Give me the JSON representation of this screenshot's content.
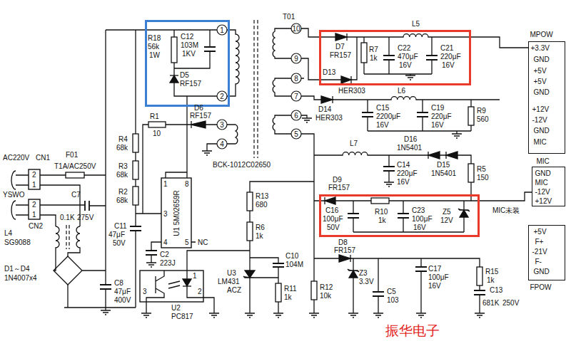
{
  "diagram": {
    "nodes": [
      {
        "text": [
          "R18",
          "56k",
          "1W",
          "C12",
          "103M",
          "1KV",
          "D5",
          "RF157"
        ]
      },
      {
        "text": [
          "D7",
          "FR157",
          "R7",
          "1k",
          "C22",
          "470μF",
          "16V",
          "C21",
          "220μF",
          "16V",
          "D13"
        ]
      },
      {
        "text": [
          "MPOW",
          "+3.3V",
          "GND",
          "+5V",
          "+5V",
          "GND",
          "+12V",
          "-12V",
          "GND",
          "MIC"
        ]
      },
      {
        "text": [
          "MIC",
          "GND",
          "MIC",
          "-12V",
          "+12V"
        ]
      },
      {
        "text": [
          "C16",
          "100μF",
          "50V",
          "R10",
          "1k",
          "C23",
          "100μF",
          "16V",
          "Z5",
          "12V"
        ]
      },
      {
        "text": [
          "+5V",
          "F+",
          "-21V",
          "F-",
          "GND",
          "FPOW"
        ]
      }
    ],
    "edges": [
      {
        "from": 1,
        "to": 2,
        "arrow": "none"
      },
      {
        "from": 4,
        "to": 3,
        "arrow": "none"
      }
    ],
    "labels": [
      "T01",
      "1",
      "2",
      "3",
      "4",
      "10",
      "9",
      "8",
      "7",
      "6",
      "5",
      "BCK-1012C02650",
      "D6",
      "RF157",
      "R1",
      "10",
      "R4",
      "68k",
      "R3",
      "68k",
      "R2",
      "68k",
      "AC220V",
      "CN1",
      "2",
      "1",
      "F01",
      "T1A/AC250V",
      "YSWO",
      "2",
      "1",
      "CN2",
      "C7",
      "0.1K",
      "275V",
      "L4",
      "SG9088",
      "D1～D4",
      "1N4007x4",
      "C8",
      "47μF",
      "400V",
      "C11",
      "47μF",
      "50V",
      "C2",
      "223J",
      "U1 5M02659R",
      "1",
      "8",
      "3",
      "4",
      "5",
      "NC",
      "U2",
      "PC817",
      "1",
      "3",
      "2",
      "R13",
      "680",
      "R6",
      "1k",
      "C10",
      "104M",
      "U3",
      "LM431",
      "ACZ",
      "R11",
      "1k",
      "R12",
      "10k",
      "Z3",
      "3.3V",
      "C5",
      "103",
      "D8",
      "FR157",
      "C17",
      "100μF",
      "16V",
      "R15",
      "1k",
      "C13",
      "681K",
      "250V",
      "振华电子",
      "L5",
      "HER303",
      "D14",
      "HER303",
      "L6",
      "C15",
      "2200μF",
      "16V",
      "C19",
      "220μF",
      "16V",
      "R9",
      "560",
      "L7",
      "D16",
      "1N5401",
      "C14",
      "220μF",
      "16V",
      "D15",
      "1N5401",
      "R5",
      "150",
      "D9",
      "FR157",
      "MIC未装"
    ]
  }
}
